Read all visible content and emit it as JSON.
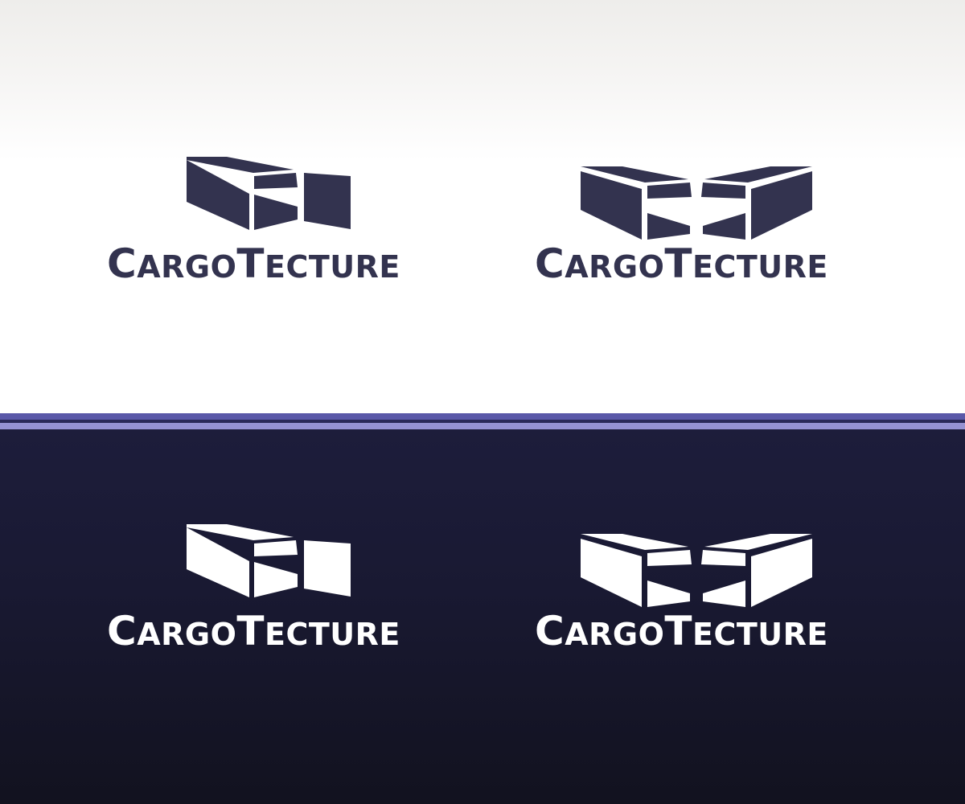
{
  "brand": {
    "name": "CargoTecture",
    "wordmark_parts": [
      {
        "text": "C",
        "style": "cap"
      },
      {
        "text": "ARGO",
        "style": "small-cap"
      },
      {
        "text": "T",
        "style": "cap"
      },
      {
        "text": "ECTURE",
        "style": "small-cap"
      }
    ]
  },
  "colors": {
    "logo_dark": "#33334f",
    "logo_light": "#ffffff",
    "bg_light_top": "#eeedeb",
    "bg_light": "#ffffff",
    "stripe_dark": "#5a58a8",
    "stripe_light": "#9593d2",
    "bg_dark_top": "#1d1d3b",
    "bg_dark_bottom": "#12121f"
  },
  "variants": [
    {
      "id": "single-container-on-light",
      "mark": "single",
      "theme": "light"
    },
    {
      "id": "double-container-on-light",
      "mark": "double",
      "theme": "light"
    },
    {
      "id": "single-container-on-dark",
      "mark": "single",
      "theme": "dark"
    },
    {
      "id": "double-container-on-dark",
      "mark": "double",
      "theme": "dark"
    }
  ],
  "logos": {
    "top_left": {
      "c1": "C",
      "p1": "ARGO",
      "c2": "T",
      "p2": "ECTURE"
    },
    "top_right": {
      "c1": "C",
      "p1": "ARGO",
      "c2": "T",
      "p2": "ECTURE"
    },
    "bottom_left": {
      "c1": "C",
      "p1": "ARGO",
      "c2": "T",
      "p2": "ECTURE"
    },
    "bottom_right": {
      "c1": "C",
      "p1": "ARGO",
      "c2": "T",
      "p2": "ECTURE"
    }
  }
}
